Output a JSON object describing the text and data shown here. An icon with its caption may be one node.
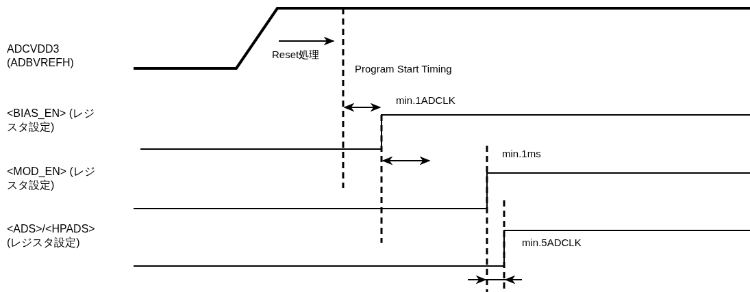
{
  "diagram": {
    "labels": [
      "ADCVDD3 (ADBVREFH)",
      "Reset処理",
      "Program Start Timing",
      "min.1ADCLK",
      "<BIAS_EN> (レジスタ設定)",
      "min.1ms",
      "<MOD_EN> (レジスタ設定)",
      "<ADS>/<HPADS> (レジスタ設定)",
      "min.5ADCLK"
    ]
  }
}
